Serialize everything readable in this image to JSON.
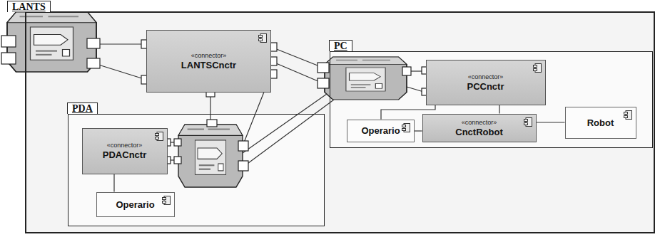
{
  "diagram": {
    "nodes": [
      {
        "text": [
          "LANTS"
        ]
      },
      {
        "text": [
          "«connector»",
          "LANTSCnctr"
        ],
        "in": 0
      },
      {
        "text": [
          "PC"
        ],
        "in": 0
      },
      {
        "text": [
          "«connector»",
          "PCCnctr"
        ],
        "in": 2
      },
      {
        "text": [
          "Operario"
        ],
        "in": 2
      },
      {
        "text": [
          "«connector»",
          "CnctRobot"
        ],
        "in": 2
      },
      {
        "text": [
          "Robot"
        ],
        "in": 2
      },
      {
        "text": [
          "PDA"
        ],
        "in": 0
      },
      {
        "text": [
          "«connector»",
          "PDACnctr"
        ],
        "in": 7
      },
      {
        "text": [
          "Operario"
        ],
        "in": 7
      }
    ],
    "edges": [
      {
        "from": 3,
        "to": 4,
        "arrow": "none"
      },
      {
        "from": 3,
        "to": 5,
        "arrow": "none"
      },
      {
        "from": 4,
        "to": 5,
        "arrow": "none"
      },
      {
        "from": 5,
        "to": 6,
        "arrow": "none"
      },
      {
        "from": 8,
        "to": 9,
        "arrow": "none"
      }
    ]
  }
}
